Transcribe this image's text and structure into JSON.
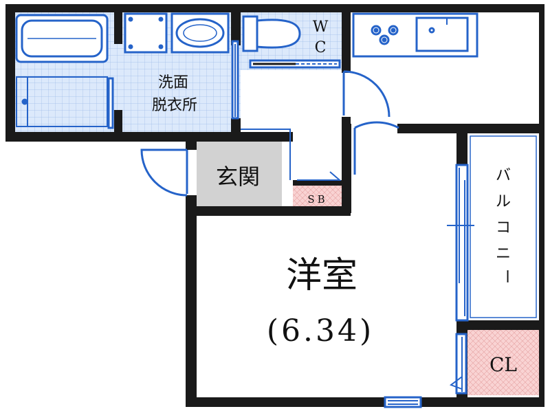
{
  "rooms": {
    "western": {
      "name": "洋室",
      "size": "(6.34)"
    },
    "entrance": "玄関",
    "washroom": {
      "line1": "洗面",
      "line2": "脱衣所"
    },
    "toilet": {
      "line1": "W",
      "line2": "C"
    },
    "shoe_box": "SB",
    "closet": "CL",
    "balcony": [
      "バ",
      "ル",
      "コ",
      "ニ",
      "ー"
    ]
  },
  "colors": {
    "wall": "#1a1a1a",
    "fixture": "#2563c9",
    "tile": "#dce9fb",
    "entrance_floor": "#d2d2d2",
    "storage": "#f9d3d3"
  }
}
